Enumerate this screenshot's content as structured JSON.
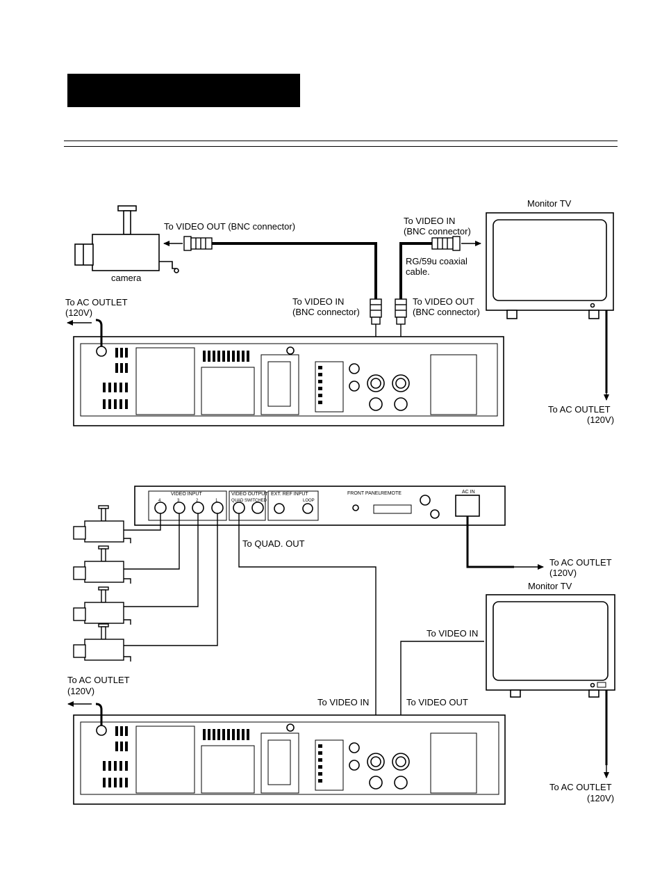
{
  "colors": {
    "ink": "#000000",
    "paper": "#ffffff",
    "title_bar": "#000000"
  },
  "diagram1": {
    "monitor_title": "Monitor TV",
    "to_video_out_bnc": "To VIDEO OUT (BNC connector)",
    "to_video_in_top_l1": "To VIDEO IN",
    "to_video_in_top_l2": "(BNC connector)",
    "cable_l1": "RG/59u coaxial",
    "cable_l2": "cable.",
    "camera": "camera",
    "ac_outlet_left_l1": "To AC OUTLET",
    "ac_outlet_left_l2": "(120V)",
    "to_video_in_l1": "To VIDEO IN",
    "to_video_in_l2": "(BNC connector)",
    "to_video_out_l1": "To VIDEO OUT",
    "to_video_out_l2": "(BNC connector)",
    "ac_outlet_right_l1": "To AC OUTLET",
    "ac_outlet_right_l2": "(120V)"
  },
  "diagram2": {
    "panel_video_input": "VIDEO INPUT",
    "panel_video_output": "VIDEO OUTPUT",
    "panel_quad": "QUAD",
    "panel_switched": "SWITCHED",
    "panel_ext_ref": "EXT. REF INPUT",
    "panel_loop": "LOOP",
    "panel_front_panel": "FRONT PANEL",
    "panel_remote": "REMOTE",
    "panel_ac_in": "AC IN",
    "input_numbers": [
      "4",
      "3",
      "2",
      "1"
    ],
    "to_quad_out": "To QUAD. OUT",
    "ac_outlet_top_l1": "To AC OUTLET",
    "ac_outlet_top_l2": "(120V)",
    "monitor_title": "Monitor TV",
    "to_video_in_right": "To VIDEO IN",
    "ac_outlet_left_l1": "To AC OUTLET",
    "ac_outlet_left_l2": "(120V)",
    "to_video_in": "To VIDEO IN",
    "to_video_out": "To VIDEO OUT",
    "ac_outlet_right_l1": "To AC OUTLET",
    "ac_outlet_right_l2": "(120V)"
  }
}
